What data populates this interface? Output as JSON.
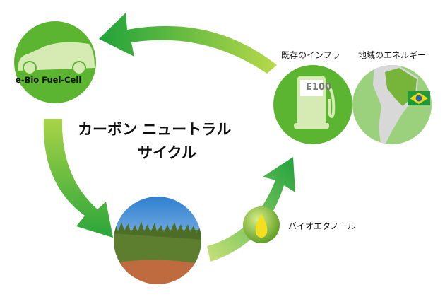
{
  "title_line1": "カーボン ニュートラル",
  "title_line2": "サイクル",
  "car_label": "e-Bio Fuel-Cell",
  "infra_label": "既存のインフラ",
  "energy_label": "地域のエネルギー",
  "pump_label": "E100",
  "ethanol_label": "バイオエタノール",
  "colors": {
    "green": "#5cb531",
    "light_green": "#9bd17c",
    "arrow": "#3aa935"
  }
}
